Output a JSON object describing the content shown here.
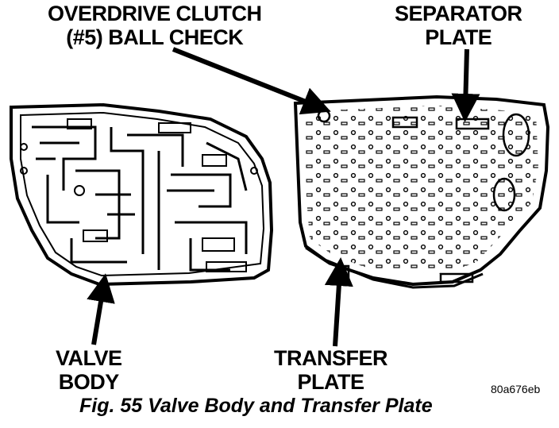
{
  "labels": {
    "overdrive_clutch": [
      "OVERDRIVE CLUTCH",
      "(#5) BALL CHECK"
    ],
    "separator_plate": [
      "SEPARATOR",
      "PLATE"
    ],
    "valve_body": [
      "VALVE",
      "BODY"
    ],
    "transfer_plate": [
      "TRANSFER",
      "PLATE"
    ]
  },
  "figure_code": "80a676eb",
  "caption": "Fig. 55 Valve Body and Transfer Plate"
}
